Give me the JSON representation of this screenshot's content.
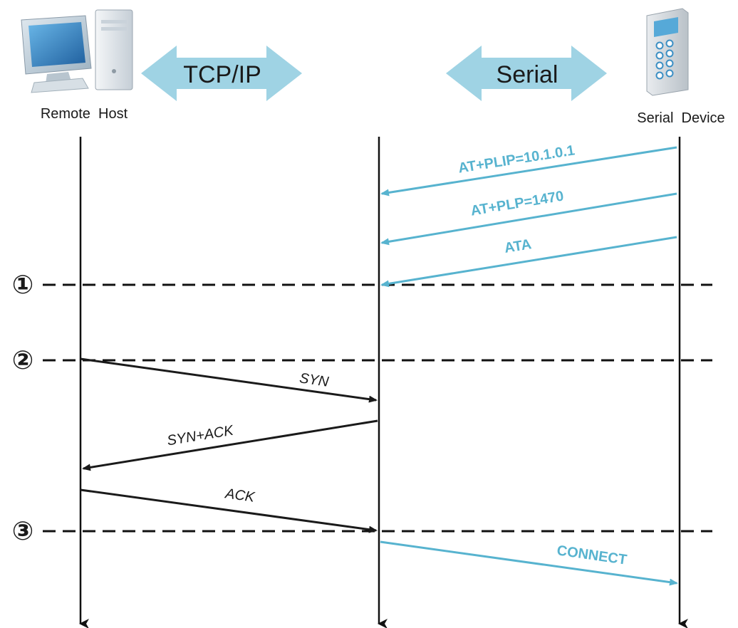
{
  "header": {
    "left_banner": "TCP/IP",
    "right_banner": "Serial",
    "remote_host_label": "Remote  Host",
    "serial_device_label": "Serial  Device"
  },
  "steps": [
    {
      "marker": "①"
    },
    {
      "marker": "②"
    },
    {
      "marker": "③"
    }
  ],
  "messages": [
    {
      "label": "AT+PLIP=10.1.0.1",
      "direction": "serial-to-module"
    },
    {
      "label": "AT+PLP=1470",
      "direction": "serial-to-module"
    },
    {
      "label": "ATA",
      "direction": "serial-to-module"
    },
    {
      "label": "SYN",
      "direction": "host-to-module"
    },
    {
      "label": "SYN+ACK",
      "direction": "module-to-host"
    },
    {
      "label": "ACK",
      "direction": "host-to-module"
    },
    {
      "label": "CONNECT",
      "direction": "module-to-serial"
    }
  ],
  "colors": {
    "serial_messages": "#57b3cf",
    "tcp_messages": "#1a1a1a",
    "banner_arrows": "#9fd3e4",
    "lifelines": "#111111"
  },
  "icons": {
    "remote_host": "desktop-computer-icon",
    "serial_device": "serial-device-keypad-icon"
  }
}
